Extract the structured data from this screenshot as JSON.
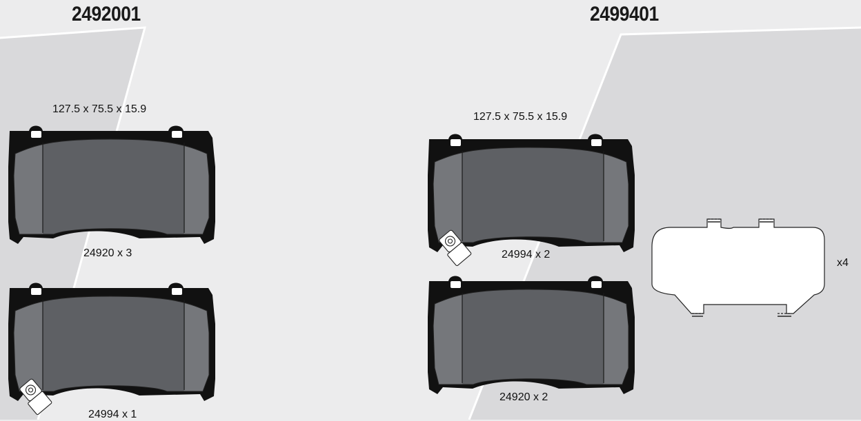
{
  "kits": [
    {
      "part_number": "2492001",
      "pads": [
        {
          "dimensions": "127.5 x 75.5 x 15.9",
          "label": "24920 x 3",
          "has_sensor": false
        },
        {
          "dimensions": "",
          "label": "24994 x 1",
          "has_sensor": true
        }
      ]
    },
    {
      "part_number": "2499401",
      "pads": [
        {
          "dimensions": "127.5 x 75.5 x 15.9",
          "label": "24994 x 2",
          "has_sensor": true
        },
        {
          "dimensions": "",
          "label": "24920 x 2",
          "has_sensor": false
        }
      ],
      "clip": {
        "label": "x4"
      }
    }
  ],
  "colors": {
    "background": "#ececed",
    "panel": "#d9d9db",
    "backing_plate": "#111111",
    "friction": "#5e6064",
    "friction_end": "#75777b"
  }
}
